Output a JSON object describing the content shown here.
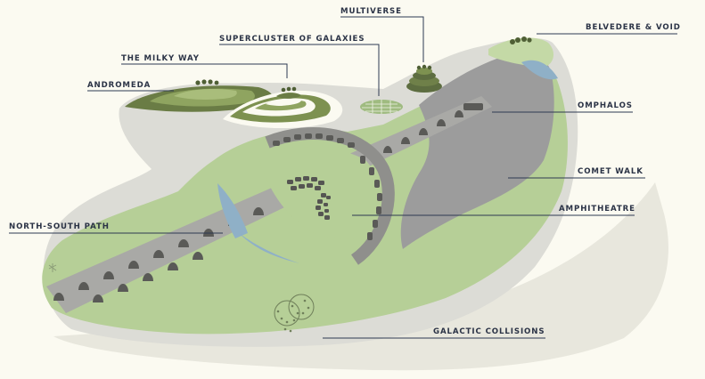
{
  "labels": {
    "multiverse": "MULTIVERSE",
    "belvedere_void": "BELVEDERE & VOID",
    "supercluster": "SUPERCLUSTER OF GALAXIES",
    "milky_way": "THE MILKY WAY",
    "andromeda": "ANDROMEDA",
    "omphalos": "OMPHALOS",
    "comet_walk": "COMET WALK",
    "amphitheatre": "AMPHITHEATRE",
    "north_south_path": "NORTH-SOUTH PATH",
    "galactic_collisions": "GALACTIC COLLISIONS"
  },
  "colors": {
    "background": "#fbfaf1",
    "shadow": "#e8e7dd",
    "base_wall": "#dcdcd6",
    "lawn": "#b6cf97",
    "lawn_light": "#c4d9a6",
    "rock": "#9c9c9c",
    "path": "#a9a9a6",
    "water": "#8fb0c7",
    "terrace_dark": "#6a7c45",
    "terrace_mid": "#8fa460",
    "text": "#2b3346",
    "leader": "#2e3a52"
  }
}
